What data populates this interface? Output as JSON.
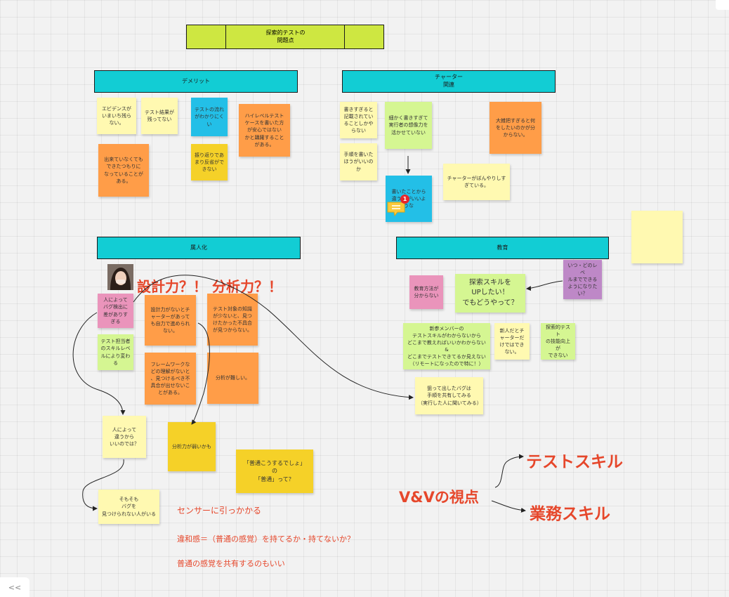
{
  "board": {
    "title": "探索的テストの\n問題点",
    "headers": {
      "demerit": "デメリット",
      "charter": "チャーター\n関連",
      "zokujin": "属人化",
      "kyoiku": "教育"
    },
    "notes": {
      "evidence": "エビデンスが\nいまいち残ら\nない。",
      "test_result": "テスト結果が\n残ってない",
      "test_flow": "テストの流れ\nがわかりにく\nい",
      "high_level": "ハイレベルテスト\nケースを書いた方\nが安心ではない\nかと躊躇すること\nがある。",
      "not_covered": "出来ていなくても\nできたつもりに\nなっていることが\nある。",
      "no_review": "振り返りであ\nまり反省がで\nきない",
      "too_much_writing": "書きすぎると\n記載されてい\nることしかや\nらない",
      "too_detailed": "細かく書きすぎて\n実行者の想像力を\n活かせていない",
      "too_broad": "大雑把すぎると何\nをしたいのかが分\nからない。",
      "procedure": "手順を書いた\nほうがいいの\nか",
      "charter_vague": "チャーターがぼんやりしす\nぎている。",
      "wrote_thing": "書いたことから\n違うのがいいよ\nうな",
      "blank": "",
      "design_skill": "設計力がないとチ\nャーターがあって\nも自力で進められ\nない。",
      "domain_knowledge": "テスト対象の知識\nが少ないと、見つ\nけたかった不具合\nが見つからない。",
      "person_bug": "人によって\nバグ検出に\n差がありす\nぎる",
      "tester_skill": "テスト担当者\nのスキルレベ\nルにより変わ\nる",
      "framework": "フレームワークな\nどの理解がないと\n、見つけるべき不\n具合が出せないこ\nとがある。",
      "analysis_hard": "分析が難しい。",
      "differs_person": "人によって\n違うから\nいいのでは？",
      "analysis_weak": "分析力が弱いかも",
      "normal": "「普通こうするでしょ」\nの\n「普通」って？",
      "cant_find": "そもそも\nバグを\n見つけられない人がいる",
      "edu_method": "教育方法が\n分からない",
      "explore_skill": "探索スキルを\nUPしたい！\nでもどうやって？",
      "what_level": "いつ・どのレベ\nルまでできる\nようになりた\nい？",
      "new_member": "新参メンバーの\nテストスキルがわからないから\nどこまで教えればいいかわからない\n&\nどこまでテストできてるか見えない\n（リモートになったので特に！）",
      "newbie_charter": "新人だとチ\nャーターだ\nけではでき\nない。",
      "explore_improve": "探索的テスト\nの技能向上が\nできない",
      "share_bug": "狙って出したバグは\n手順を共有してみる\n（実行した人に聞いてみる）"
    },
    "annotations": {
      "design_analysis": "設計力？！ 分析力？！",
      "sensor": "センサーに引っかかる",
      "iwakan": "違和感＝（普通の感覚）を持てるか・持てないか？",
      "share_normal": "普通の感覚を共有するのもいい",
      "vv": "V&Vの視点",
      "test_skill": "テストスキル",
      "business_skill": "業務スキル"
    },
    "comment_badge": "1",
    "collapse_toggle": "<<"
  },
  "colors": {
    "header_bg": "#12cdd4",
    "title_bg": "#cee741",
    "accent_red": "#e6472b",
    "badge_red": "#e8262b"
  }
}
